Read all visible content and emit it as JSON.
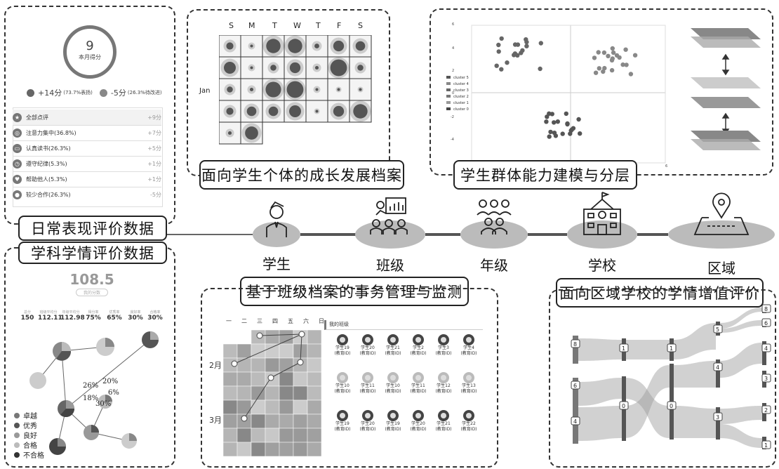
{
  "labels": {
    "daily_eval": "日常表现评价数据",
    "subject_eval": "学科学情评价数据",
    "growth_profile": "面向学生个体的成长发展档案",
    "group_modeling": "学生群体能力建模与分层",
    "class_mgmt": "基于班级档案的事务管理与监测",
    "regional_eval": "面向区域学校的学情增值评价"
  },
  "entities": [
    "学生",
    "班级",
    "年级",
    "学校",
    "区域"
  ],
  "daily": {
    "score": "9",
    "score_caption": "本月得分",
    "plus": "+14分",
    "plus_note": "(73.7%表扬)",
    "minus": "-5分",
    "minus_note": "(26.3%待改进)",
    "items": [
      {
        "label": "全部点评",
        "score": "+9分"
      },
      {
        "label": "注意力集中(36.8%)",
        "score": "+7分"
      },
      {
        "label": "认真读书(26.3%)",
        "score": "+5分"
      },
      {
        "label": "遵守纪律(5.3%)",
        "score": "+1分"
      },
      {
        "label": "帮助他人(5.3%)",
        "score": "+1分"
      },
      {
        "label": "较少合作(26.3%)",
        "score": "-5分"
      }
    ]
  },
  "calendar": {
    "weekdays": [
      "S",
      "M",
      "T",
      "W",
      "T",
      "F",
      "S"
    ],
    "month": "Jan"
  },
  "cluster_chart": {
    "legend": [
      "cluster 5",
      "cluster 4",
      "cluster 3",
      "cluster 2",
      "cluster 1",
      "cluster 0"
    ],
    "yticks": [
      "6",
      "4",
      "2",
      "0",
      "-2",
      "-4"
    ],
    "xtick_right": "6"
  },
  "subject": {
    "score": "108.5",
    "score_caption": "我的分数",
    "stats": [
      {
        "t": "总分",
        "v": "150"
      },
      {
        "t": "班级平均分",
        "v": "112.11"
      },
      {
        "t": "年级平均分",
        "v": "112.98"
      },
      {
        "t": "得分率",
        "v": "75%"
      },
      {
        "t": "优秀率",
        "v": "65%"
      },
      {
        "t": "良好率",
        "v": "30%"
      },
      {
        "t": "合格率",
        "v": "30%"
      }
    ],
    "pct_labels": [
      "26%",
      "20%",
      "6%",
      "18%",
      "30%"
    ],
    "legend": [
      {
        "name": "卓越",
        "color": "#777777"
      },
      {
        "name": "优秀",
        "color": "#555555"
      },
      {
        "name": "良好",
        "color": "#999999"
      },
      {
        "name": "合格",
        "color": "#bbbbbb"
      },
      {
        "name": "不合格",
        "color": "#333333"
      }
    ]
  },
  "class_panel": {
    "weekdays": [
      "一",
      "二",
      "三",
      "四",
      "五",
      "六",
      "日"
    ],
    "months": [
      "2月",
      "3月"
    ],
    "header": "我的班级",
    "students": [
      [
        "学生19",
        "学生20",
        "学生21",
        "学生2",
        "学生3",
        "学生4"
      ],
      [
        "学生10",
        "学生11",
        "学生10",
        "学生11",
        "学生12",
        "学生13"
      ],
      [
        "学生19",
        "学生20",
        "学生19",
        "学生20",
        "学生21",
        "学生22"
      ]
    ],
    "id_label": "(教育ID)"
  },
  "sankey": {
    "right_nodes": [
      "8",
      "6",
      "4",
      "3",
      "2",
      "1"
    ],
    "left_nodes": [
      "8",
      "6",
      "4"
    ],
    "mid_nodes": [
      "1",
      "0",
      "1",
      "0",
      "5",
      "4",
      "3"
    ]
  }
}
